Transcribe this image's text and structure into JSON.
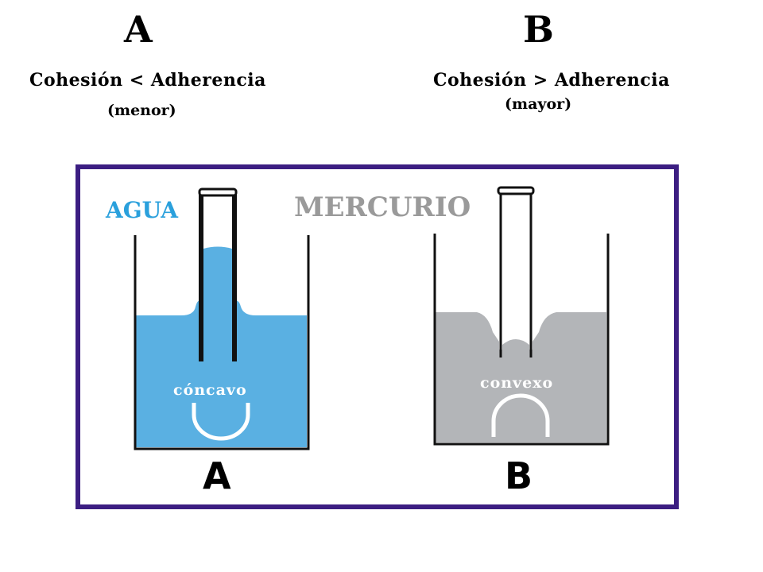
{
  "header": {
    "left": {
      "letter": "A",
      "rule": "Cohesión < Adherencia",
      "note": "(menor)"
    },
    "right": {
      "letter": "B",
      "rule": "Cohesión > Adherencia",
      "note": "(mayor)"
    }
  },
  "diagram": {
    "liquid_a": "AGUA",
    "liquid_b": "MERCURIO",
    "meniscus_a": "cóncavo",
    "meniscus_b": "convexo",
    "glass_a": "A",
    "glass_b": "B"
  },
  "colors": {
    "frame": "#3c1e82",
    "water": "#5ab0e2",
    "mercury": "#b3b5b8",
    "agua_label": "#2aa0dc",
    "mercurio_label": "#9a9a9a"
  }
}
